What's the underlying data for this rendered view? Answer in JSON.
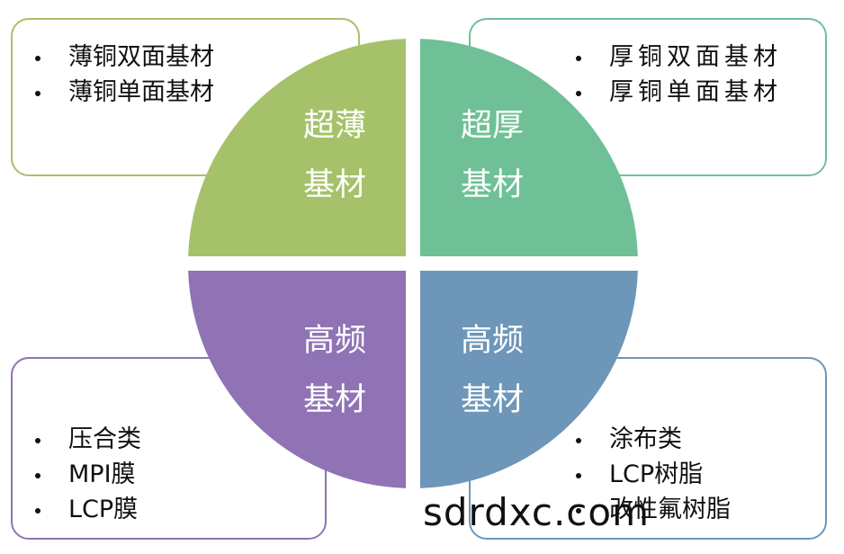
{
  "colors": {
    "thin": "#a5c26b",
    "thick": "#6fc096",
    "hf_laminate": "#8f73b5",
    "hf_coat": "#6d96b8"
  },
  "quadrants": {
    "top_left": {
      "label_line1": "超薄",
      "label_line2": "基材",
      "items": [
        "薄铜双面基材",
        "薄铜单面基材"
      ]
    },
    "top_right": {
      "label_line1": "超厚",
      "label_line2": "基材",
      "items": [
        "厚铜双面基材",
        "厚铜单面基材"
      ]
    },
    "bottom_left": {
      "label_line1": "高频",
      "label_line2": "基材",
      "items": [
        "压合类",
        "MPI膜",
        "LCP膜"
      ]
    },
    "bottom_right": {
      "label_line1": "高频",
      "label_line2": "基材",
      "items": [
        "涂布类",
        "LCP树脂",
        "改性氟树脂"
      ]
    }
  },
  "watermark": "sdrdxc.com"
}
